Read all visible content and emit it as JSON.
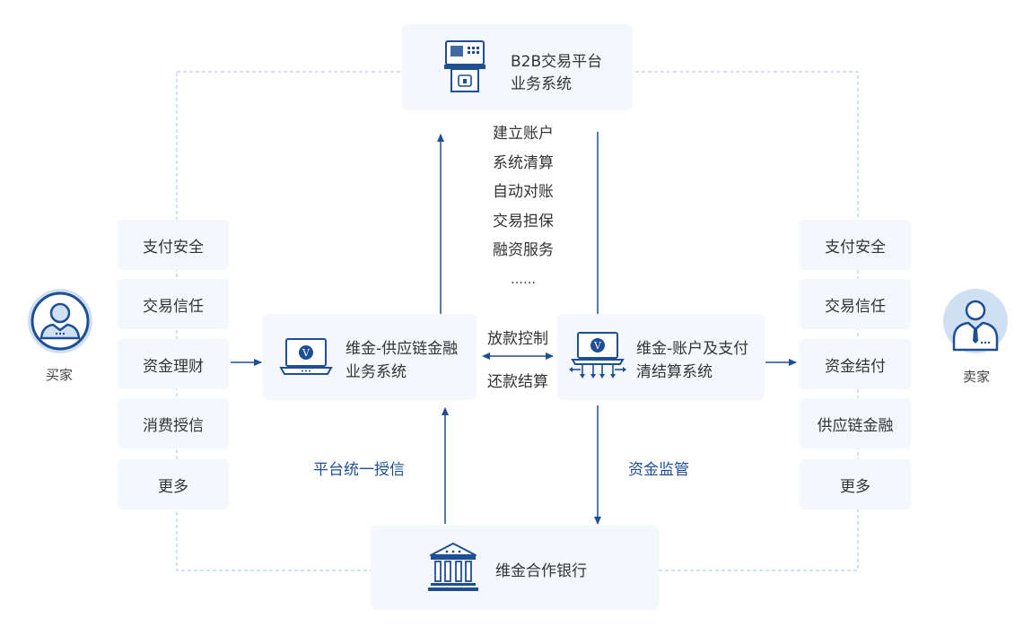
{
  "colors": {
    "primary": "#1e4f95",
    "box_bg": "#f4f7fc",
    "dash": "#a8c0dc",
    "avatar_bg": "#cfe0f3"
  },
  "top_box": {
    "line1": "B2B交易平台",
    "line2": "业务系统",
    "icon": "kiosk-terminal-icon"
  },
  "center_list": [
    "建立账户",
    "系统清算",
    "自动对账",
    "交易担保",
    "融资服务",
    "……"
  ],
  "left_system": {
    "line1": "维金-供应链金融",
    "line2": "业务系统",
    "icon": "laptop-icon"
  },
  "right_system": {
    "line1": "维金-账户及支付",
    "line2": "清结算系统",
    "icon": "laptop-network-icon"
  },
  "middle_arrow_labels": {
    "top": "放款控制",
    "bottom": "还款结算"
  },
  "bottom_labels": {
    "left": "平台统一授信",
    "right": "资金监管"
  },
  "bank_box": {
    "label": "维金合作银行",
    "icon": "bank-icon"
  },
  "buyer": {
    "label": "买家",
    "icon": "buyer-avatar-icon"
  },
  "seller": {
    "label": "卖家",
    "icon": "seller-avatar-icon"
  },
  "left_items": [
    "支付安全",
    "交易信任",
    "资金理财",
    "消费授信",
    "更多"
  ],
  "right_items": [
    "支付安全",
    "交易信任",
    "资金结付",
    "供应链金融",
    "更多"
  ]
}
